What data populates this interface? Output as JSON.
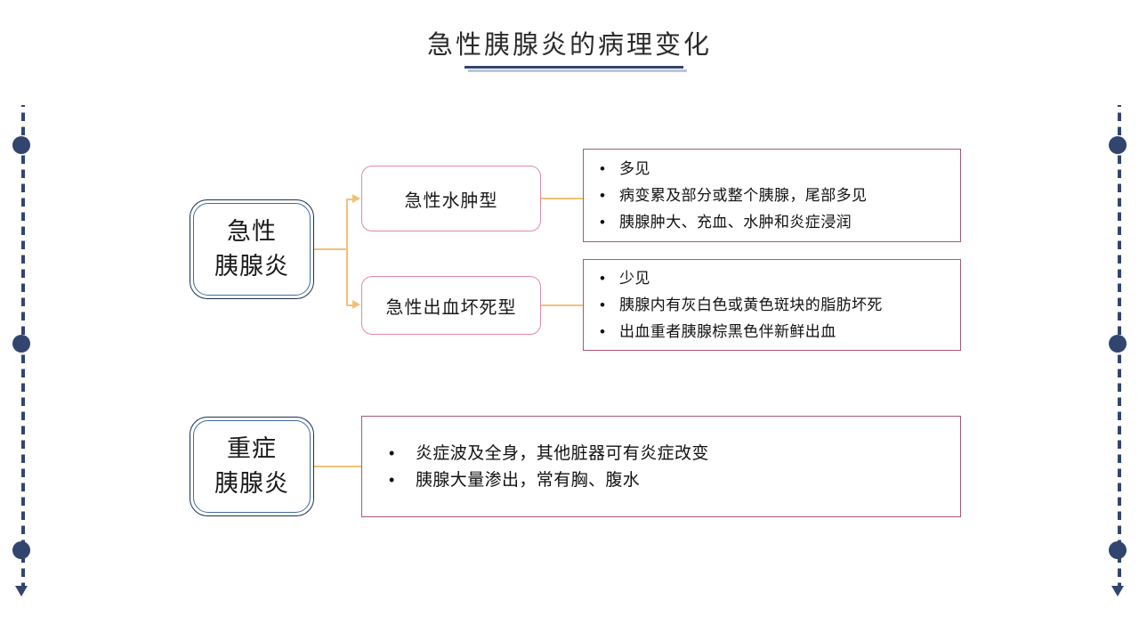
{
  "title": {
    "text": "急性胰腺炎的病理变化"
  },
  "nodes": {
    "acute": {
      "label": "急性\n胰腺炎"
    },
    "severe": {
      "label": "重症\n胰腺炎"
    }
  },
  "types": {
    "edema": {
      "label": "急性水肿型"
    },
    "necrosis": {
      "label": "急性出血坏死型"
    }
  },
  "details": {
    "edema": {
      "bullet_char": "•",
      "items": [
        "多见",
        "病变累及部分或整个胰腺，尾部多见",
        "胰腺肿大、充血、水肿和炎症浸润"
      ]
    },
    "necrosis": {
      "bullet_char": "•",
      "items": [
        "少见",
        "胰腺内有灰白色或黄色斑块的脂肪坏死",
        "出血重者胰腺棕黑色伴新鲜出血"
      ]
    },
    "severe": {
      "bullet_char": "•",
      "items": [
        "炎症波及全身，其他脏器可有炎症改变",
        "胰腺大量渗出，常有胸、腹水"
      ]
    }
  },
  "colors": {
    "title_text": "#2b2b2b",
    "title_underline": "#31456e",
    "title_underline_shadow": "#b9c4da",
    "node_border_outer": "#1d2f4e",
    "node_border_inner": "#3f6aa8",
    "type_box_border": "#e18ba2",
    "detail_box_border": "#a65a70",
    "connector": "#f2c078",
    "rail": "#31456e",
    "background": "#ffffff"
  }
}
